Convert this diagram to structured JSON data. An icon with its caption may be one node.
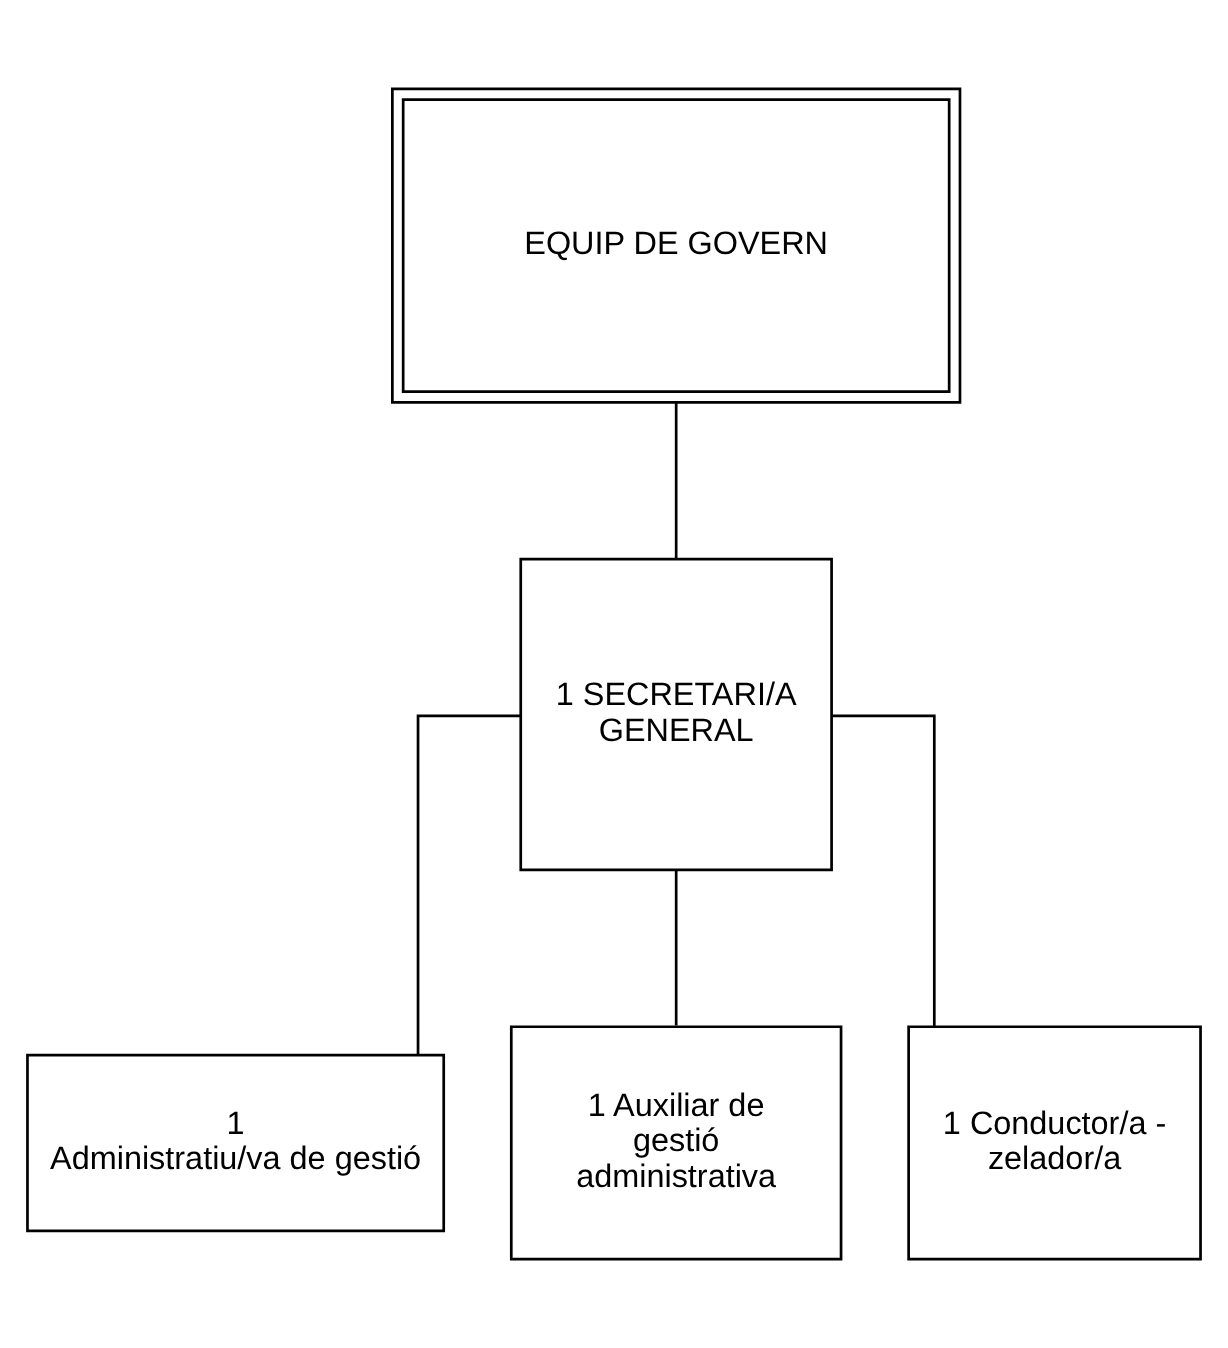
{
  "diagram": {
    "nodes": [
      {
        "text": [
          "EQUIP DE GOVERN"
        ]
      },
      {
        "text": [
          "1 SECRETARI/A GENERAL"
        ]
      },
      {
        "text": [
          "1 Administratiu/va de gestió"
        ]
      },
      {
        "text": [
          "1 Auxiliar de gestió administrativa"
        ]
      },
      {
        "text": [
          "1 Conductor/a - zelador/a"
        ]
      }
    ],
    "edges": [
      {
        "from": 0,
        "to": 1,
        "arrow": "none"
      },
      {
        "from": 1,
        "to": 2,
        "arrow": "none"
      },
      {
        "from": 1,
        "to": 3,
        "arrow": "none"
      },
      {
        "from": 1,
        "to": 4,
        "arrow": "none"
      }
    ]
  }
}
